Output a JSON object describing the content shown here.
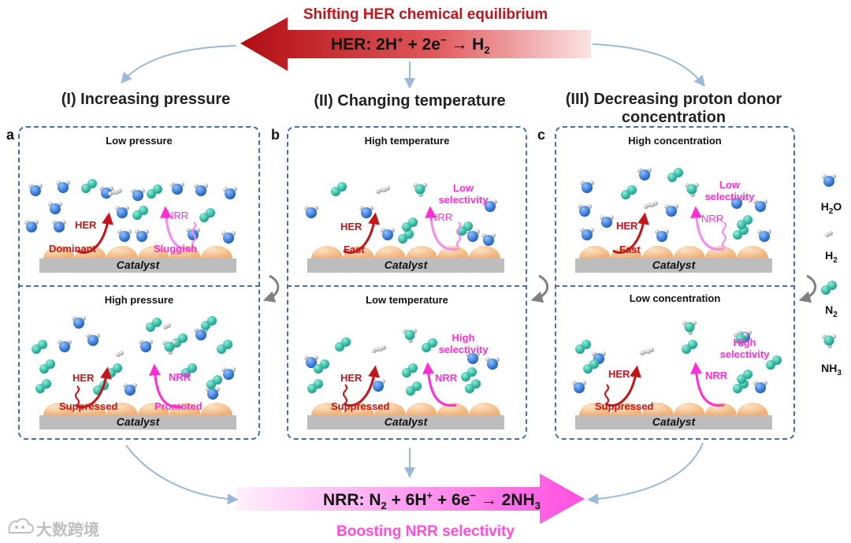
{
  "header": {
    "top_title": "Shifting HER chemical equilibrium",
    "her_eq_main": "HER: 2H",
    "her_eq_sup1": "+",
    "her_eq_mid": " + 2e",
    "her_eq_sup2": "−",
    "her_eq_arrow": " → H",
    "her_eq_sub": "2"
  },
  "columns": [
    {
      "title": "(I) Increasing pressure"
    },
    {
      "title": "(II) Changing temperature"
    },
    {
      "title": "(III) Decreasing proton donor concentration"
    }
  ],
  "panels": [
    {
      "letter": "a",
      "top": {
        "title": "Low pressure",
        "her_label": "HER",
        "her_status": "Dominant",
        "nrr_label": "NRR",
        "nrr_status": "Sluggish",
        "catalyst": "Catalyst"
      },
      "bottom": {
        "title": "High pressure",
        "her_label": "HER",
        "her_status": "Suppressed",
        "nrr_label": "NRR",
        "nrr_status": "Promoted",
        "catalyst": "Catalyst"
      }
    },
    {
      "letter": "b",
      "top": {
        "title": "High temperature",
        "her_label": "HER",
        "her_status": "Fast",
        "nrr_label": "NRR",
        "nrr_status": "Low selectivity",
        "catalyst": "Catalyst"
      },
      "bottom": {
        "title": "Low temperature",
        "her_label": "HER",
        "her_status": "Suppressed",
        "nrr_label": "NRR",
        "nrr_status": "High selectivity",
        "catalyst": "Catalyst"
      }
    },
    {
      "letter": "c",
      "top": {
        "title": "High concentration",
        "her_label": "HER",
        "her_status": "Fast",
        "nrr_label": "NRR",
        "nrr_status": "Low selectivity",
        "catalyst": "Catalyst"
      },
      "bottom": {
        "title": "Low concentration",
        "her_label": "HER",
        "her_status": "Suppressed",
        "nrr_label": "NRR",
        "nrr_status": "High selectivity",
        "catalyst": "Catalyst"
      }
    }
  ],
  "legend": {
    "h2o": {
      "main": "H",
      "sub": "2",
      "tail": "O"
    },
    "h2": {
      "main": "H",
      "sub": "2"
    },
    "n2": {
      "main": "N",
      "sub": "2"
    },
    "nh3": {
      "main": "NH",
      "sub": "3"
    }
  },
  "footer": {
    "nrr_a": "NRR: N",
    "nrr_b": "2",
    "nrr_c": " + 6H",
    "nrr_d": "+",
    "nrr_e": " + 6e",
    "nrr_f": "−",
    "nrr_g": " → 2NH",
    "nrr_h": "3",
    "bottom_title": "Boosting NRR selectivity"
  },
  "watermark": "大数跨境",
  "colors": {
    "her_red": "#c0161c",
    "nrr_magenta": "#ff2fd6",
    "panel_border": "#4b6ea3",
    "water_blue": "#1f5fbf",
    "n2_teal": "#16a08a",
    "catalyst_tan": "#efb27a",
    "catalyst_base": "#bdbdbd"
  }
}
